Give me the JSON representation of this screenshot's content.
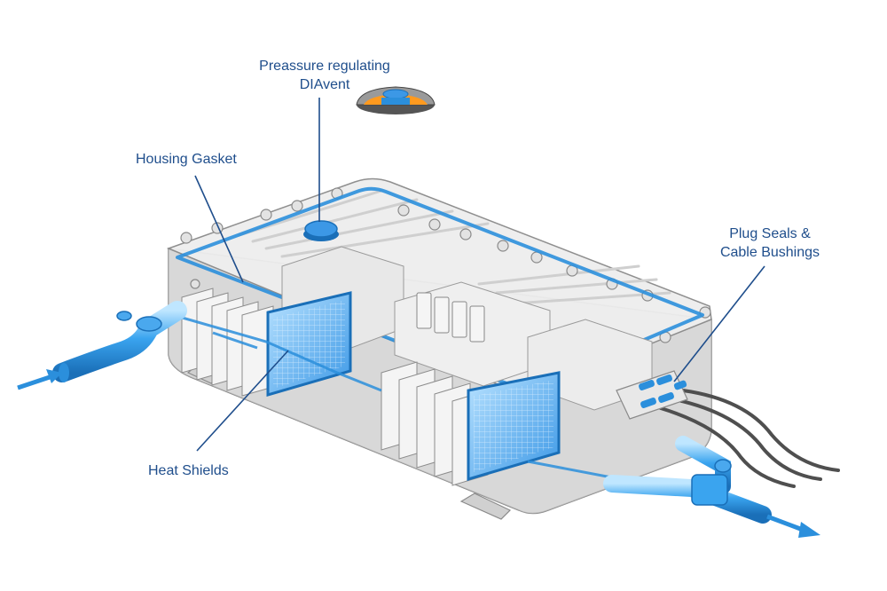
{
  "labels": {
    "vent": {
      "line1": "Preassure regulating",
      "line2": "DIAvent"
    },
    "gasket": "Housing Gasket",
    "plug": {
      "line1": "Plug Seals &",
      "line2": "Cable Bushings"
    },
    "heat": "Heat Shields"
  },
  "colors": {
    "callout": "#1f4e8c",
    "blue": "#2b8fdc",
    "light_blue": "#8ecdf5",
    "housing": "#e6e6e6",
    "outline": "#7d7d7d"
  }
}
